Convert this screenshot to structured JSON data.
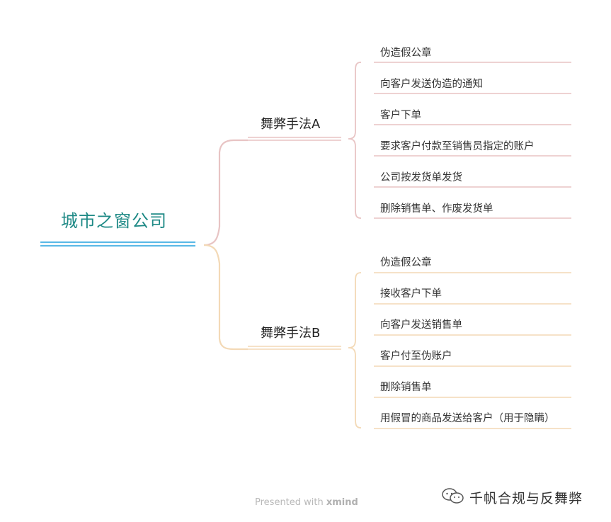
{
  "root": {
    "label": "城市之窗公司"
  },
  "branches": [
    {
      "label": "舞弊手法A",
      "color": "#e8c4c4",
      "items": [
        "伪造假公章",
        "向客户发送伪造的通知",
        "客户下单",
        "要求客户付款至销售员指定的账户",
        "公司按发货单发货",
        "删除销售单、作废发货单"
      ]
    },
    {
      "label": "舞弊手法B",
      "color": "#f3d9b6",
      "items": [
        "伪造假公章",
        "接收客户下单",
        "向客户发送销售单",
        "客户付至伪账户",
        "删除销售单",
        "用假冒的商品发送给客户（用于隐瞒）"
      ]
    }
  ],
  "root_line_color": "#5bb9e6",
  "footer": {
    "prefix": "Presented with ",
    "brand": "xmind"
  },
  "watermark": {
    "icon": "wechat-icon",
    "text": "千帆合规与反舞弊"
  }
}
